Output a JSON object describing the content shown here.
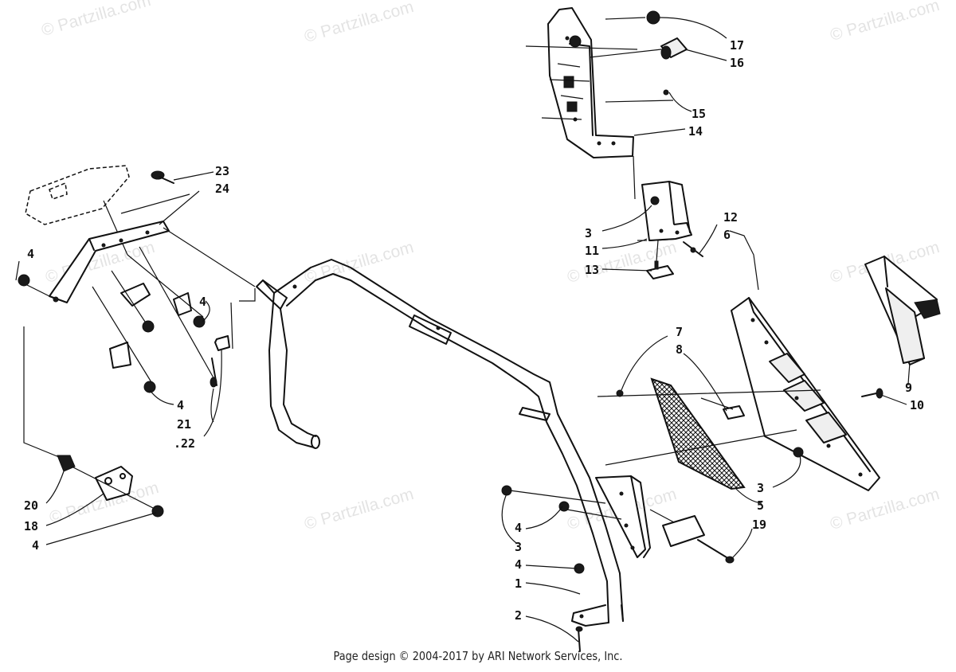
{
  "watermark_text": "© Partzilla.com",
  "footer_text": "Page design © 2004-2017 by ARI Network Services, Inc.",
  "callouts": [
    "1",
    "2",
    "3",
    "4",
    "5",
    "6",
    "7",
    "8",
    "9",
    "10",
    "11",
    "12",
    "13",
    "14",
    "15",
    "16",
    "17",
    "18",
    "19",
    "20",
    "21",
    "22",
    "23",
    "24"
  ],
  "callout_labels": [
    {
      "text": "17"
    },
    {
      "text": "16"
    },
    {
      "text": "15"
    },
    {
      "text": "14"
    },
    {
      "text": "3"
    },
    {
      "text": "11"
    },
    {
      "text": "13"
    },
    {
      "text": "12"
    },
    {
      "text": "6"
    },
    {
      "text": "23"
    },
    {
      "text": "24"
    },
    {
      "text": "4"
    },
    {
      "text": "4"
    },
    {
      "text": "4"
    },
    {
      "text": "21"
    },
    {
      "text": ".22"
    },
    {
      "text": "20"
    },
    {
      "text": "18"
    },
    {
      "text": "4"
    },
    {
      "text": "7"
    },
    {
      "text": "8"
    },
    {
      "text": "9"
    },
    {
      "text": "10"
    },
    {
      "text": "3"
    },
    {
      "text": "5"
    },
    {
      "text": "19"
    },
    {
      "text": "4"
    },
    {
      "text": "3"
    },
    {
      "text": "4"
    },
    {
      "text": "1"
    },
    {
      "text": "2"
    }
  ]
}
